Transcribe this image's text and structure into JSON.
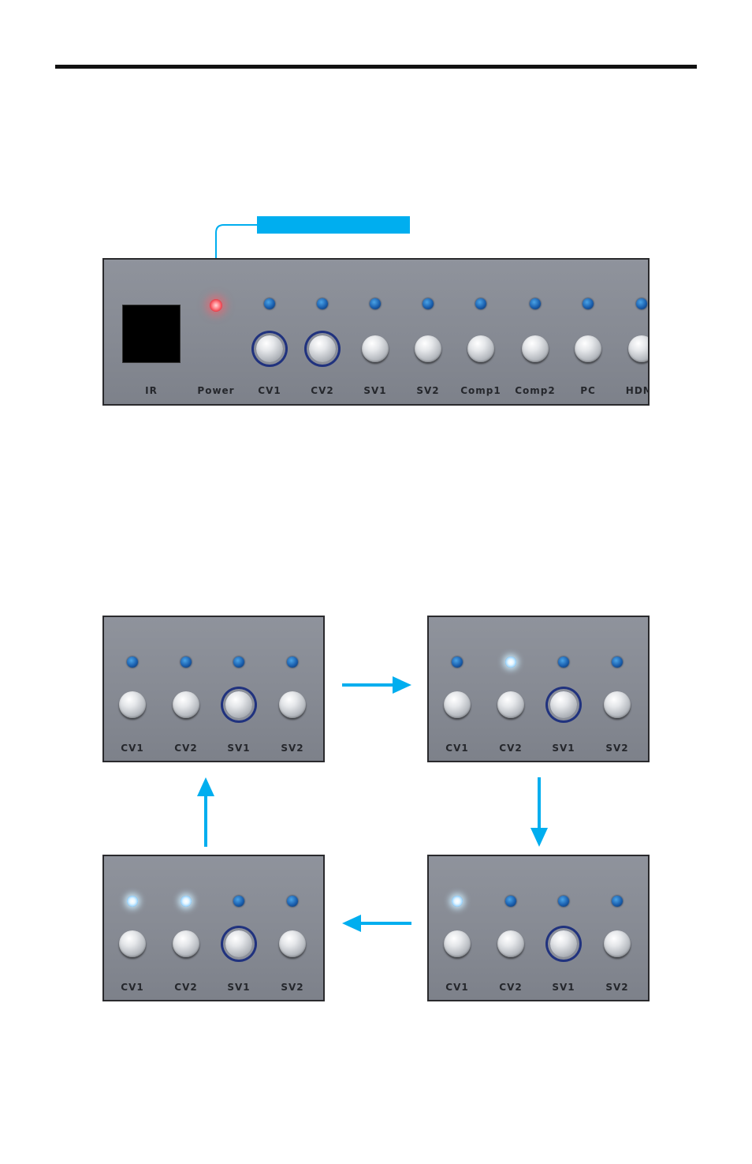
{
  "colors": {
    "accent": "#00aeef",
    "selection_ring": "#20327e",
    "panel": "#878b94",
    "led_idle": "#1a5fae",
    "led_lit": "#e6f6ff",
    "power_led": "#e5313d"
  },
  "main_panel": {
    "ir_label": "IR",
    "power_label": "Power",
    "channels": [
      {
        "label": "CV1",
        "led": "off",
        "selected": true
      },
      {
        "label": "CV2",
        "led": "off",
        "selected": true
      },
      {
        "label": "SV1",
        "led": "off",
        "selected": false
      },
      {
        "label": "SV2",
        "led": "off",
        "selected": false
      },
      {
        "label": "Comp1",
        "led": "off",
        "selected": false
      },
      {
        "label": "Comp2",
        "led": "off",
        "selected": false
      },
      {
        "label": "PC",
        "led": "off",
        "selected": false
      },
      {
        "label": "HDMI",
        "led": "off",
        "selected": false
      }
    ]
  },
  "cycle_panels": [
    {
      "leds": [
        "off",
        "off",
        "off",
        "off"
      ],
      "selected": "SV1"
    },
    {
      "leds": [
        "off",
        "lit",
        "off",
        "off"
      ],
      "selected": "SV1"
    },
    {
      "leds": [
        "lit",
        "off",
        "off",
        "off"
      ],
      "selected": "SV1"
    },
    {
      "leds": [
        "lit",
        "lit",
        "off",
        "off"
      ],
      "selected": "SV1"
    }
  ],
  "cycle_labels": [
    "CV1",
    "CV2",
    "SV1",
    "SV2"
  ],
  "cycle_arrows": [
    "right",
    "down",
    "left",
    "up"
  ]
}
